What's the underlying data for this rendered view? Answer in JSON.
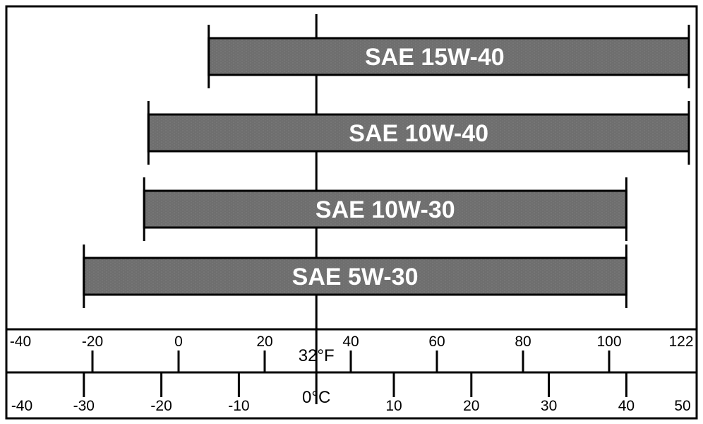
{
  "chart_data": {
    "type": "bar",
    "orientation": "horizontal-range",
    "title": "",
    "categories": [
      "SAE 15W-40",
      "SAE 10W-40",
      "SAE 10W-30",
      "SAE 5W-30"
    ],
    "ranges_f": [
      [
        7,
        122
      ],
      [
        -7,
        122
      ],
      [
        -8,
        104
      ],
      [
        -22,
        104
      ]
    ],
    "f_axis": {
      "ticks": [
        -40,
        -20,
        0,
        20,
        40,
        60,
        80,
        100,
        122
      ],
      "range": [
        -40,
        122
      ]
    },
    "c_axis": {
      "ticks": [
        -40,
        -30,
        -20,
        -10,
        10,
        20,
        30,
        40,
        50
      ],
      "range": [
        -40,
        50
      ]
    },
    "reference": {
      "f_value": 32,
      "f_label": "32°F",
      "c_label": "0°C"
    },
    "bar_color": "#6e6e6e",
    "label_color": "#ffffff",
    "grid": false,
    "legend": "none"
  }
}
